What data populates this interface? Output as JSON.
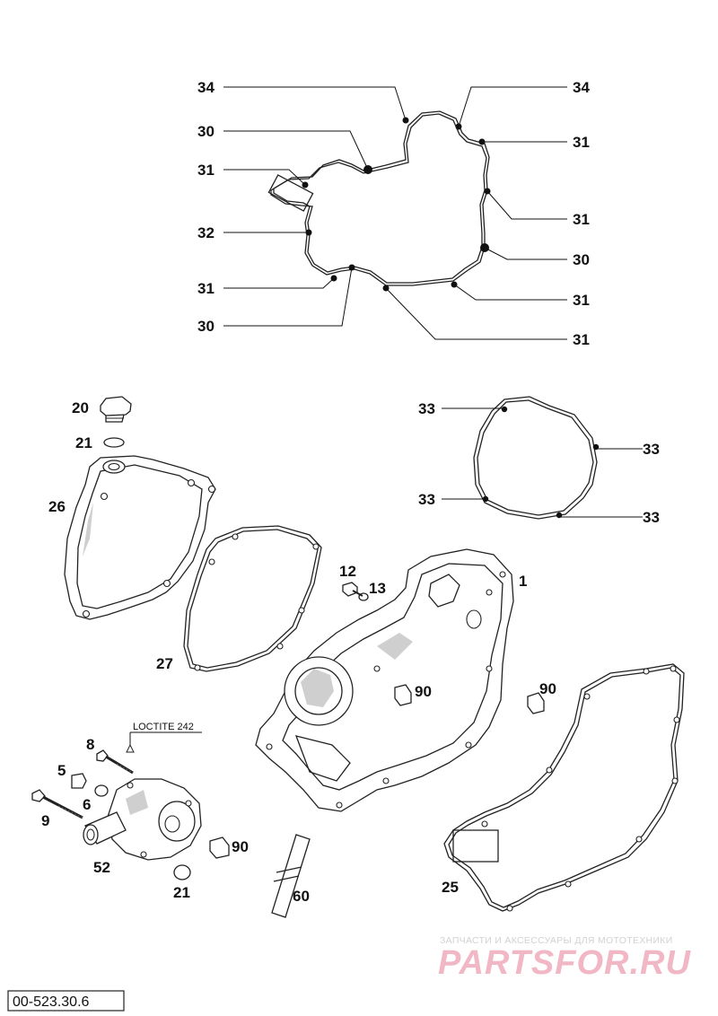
{
  "callouts": {
    "c34a": "34",
    "c34b": "34",
    "c30a": "30",
    "c31a": "31",
    "c31b": "31",
    "c31c": "31",
    "c32": "32",
    "c30b": "30",
    "c31d": "31",
    "c31e": "31",
    "c30c": "30",
    "c31f": "31",
    "c20": "20",
    "c21a": "21",
    "c26": "26",
    "c27": "27",
    "c33a": "33",
    "c33b": "33",
    "c33c": "33",
    "c33d": "33",
    "c12": "12",
    "c13": "13",
    "c1": "1",
    "c90a": "90",
    "c90b": "90",
    "c90c": "90",
    "c8": "8",
    "c5": "5",
    "c6": "6",
    "c9": "9",
    "c52": "52",
    "c21b": "21",
    "c60": "60",
    "c25": "25"
  },
  "notes": {
    "loctite": "LOCTITE 242"
  },
  "watermark": {
    "tagline": "ЗАПЧАСТИ И АКСЕССУАРЫ ДЛЯ МОТОТЕХНИКИ",
    "brand": "PARTSFOR.RU"
  },
  "reference": {
    "code": "00-523.30.6"
  },
  "colors": {
    "line": "#222222",
    "watermark_brand": "#f1b7c4",
    "watermark_tagline": "#d2d2d2"
  }
}
